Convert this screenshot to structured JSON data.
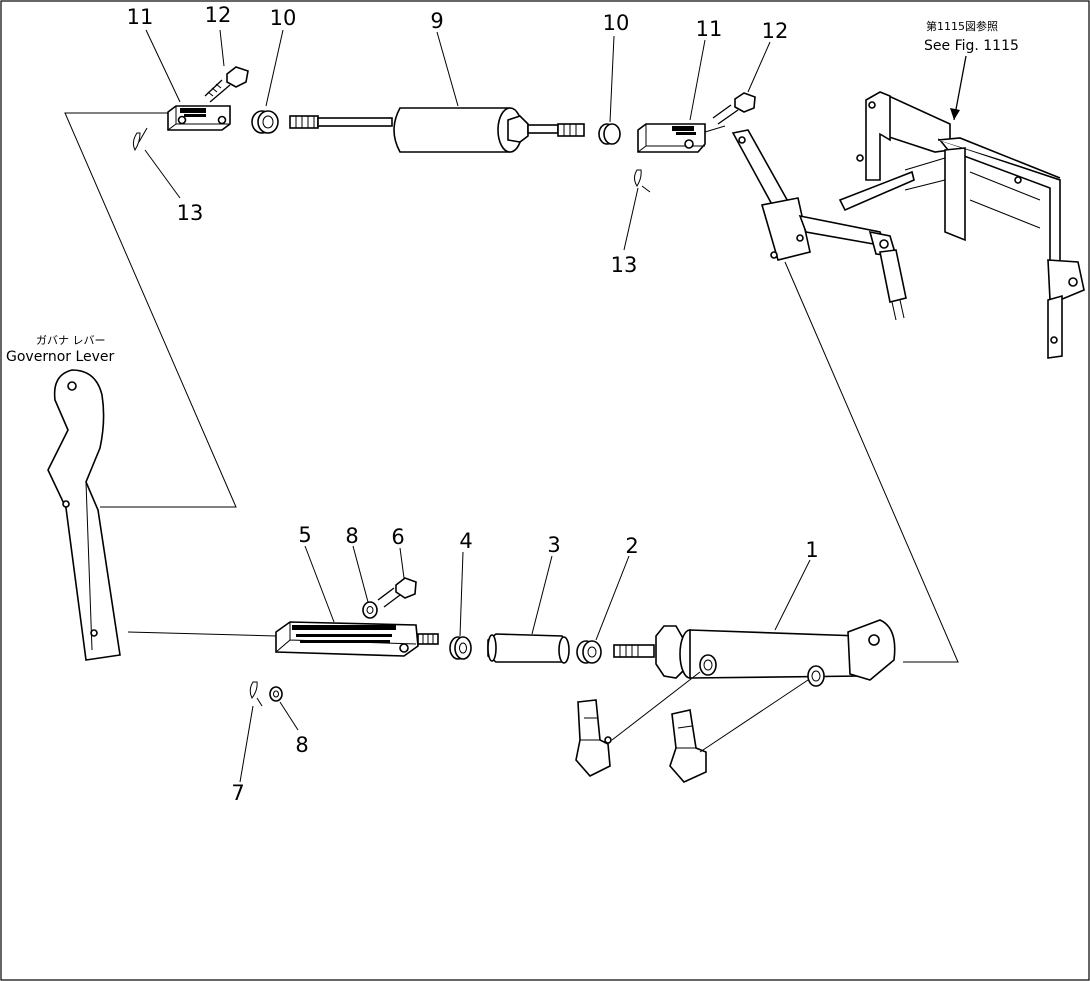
{
  "part_numbers": {
    "p1": "1",
    "p2": "2",
    "p3": "3",
    "p4": "4",
    "p5": "5",
    "p6": "6",
    "p7": "7",
    "p8a": "8",
    "p8b": "8",
    "p9": "9",
    "p10a": "10",
    "p10b": "10",
    "p11a": "11",
    "p11b": "11",
    "p12a": "12",
    "p12b": "12",
    "p13a": "13",
    "p13b": "13"
  },
  "annotations": {
    "see_fig_jp": "第1115図参照",
    "see_fig": "See Fig. 1115",
    "governor_jp": "ガバナ レバー",
    "governor": "Governor Lever"
  }
}
